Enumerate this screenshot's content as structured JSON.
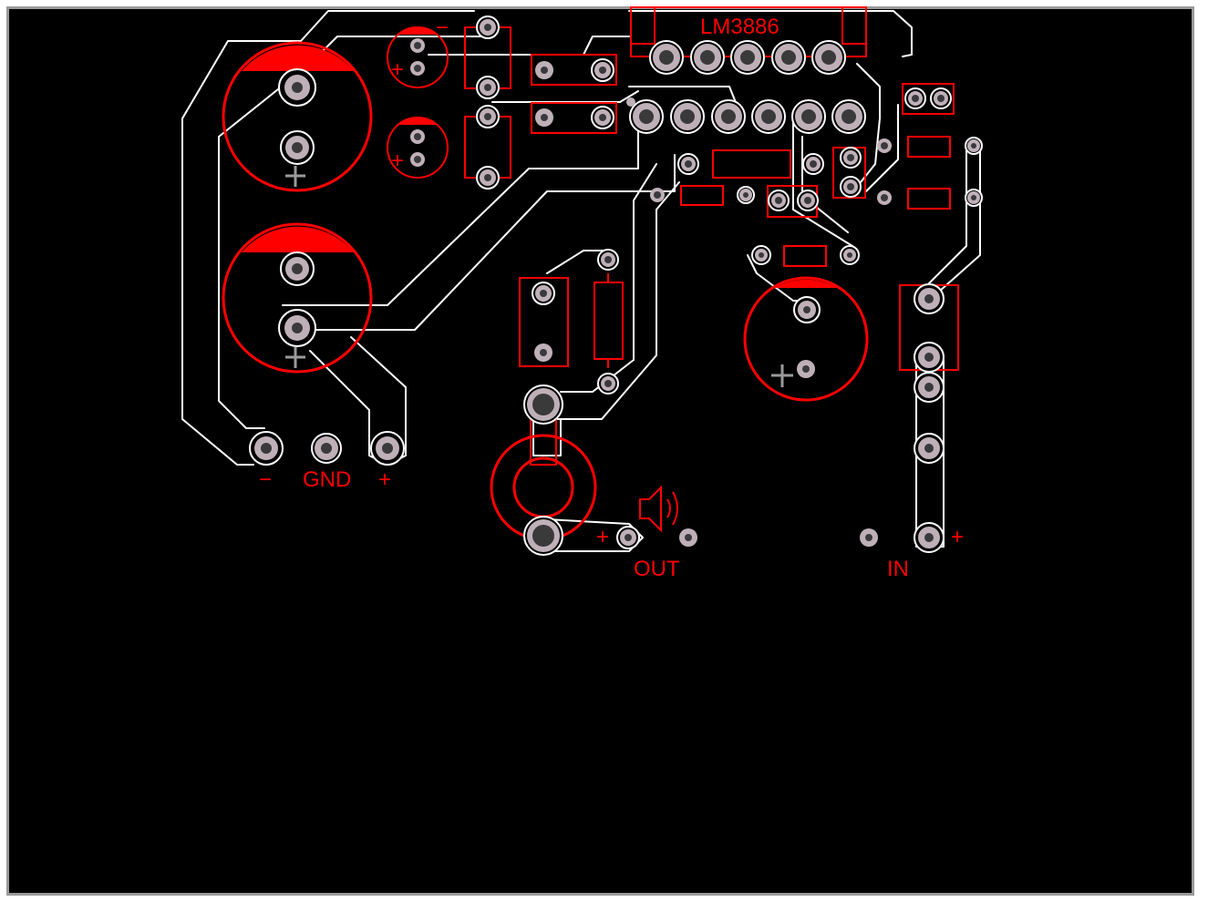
{
  "board": {
    "background": "#000000",
    "frame_color": "#9a9a9a",
    "silk_color": "#ff0000",
    "trace_color": "#ffffff",
    "pad_color": "#bfb0b8"
  },
  "labels": {
    "ic_name": "LM3886",
    "power_minus": "−",
    "power_gnd": "GND",
    "power_plus": "+",
    "output_label": "OUT",
    "output_plus": "+",
    "input_label": "IN",
    "input_plus": "+",
    "cap_small1_minus": "−",
    "cap_small1_plus": "+",
    "cap_small2_plus": "+"
  },
  "icons": [
    "speaker-icon"
  ]
}
